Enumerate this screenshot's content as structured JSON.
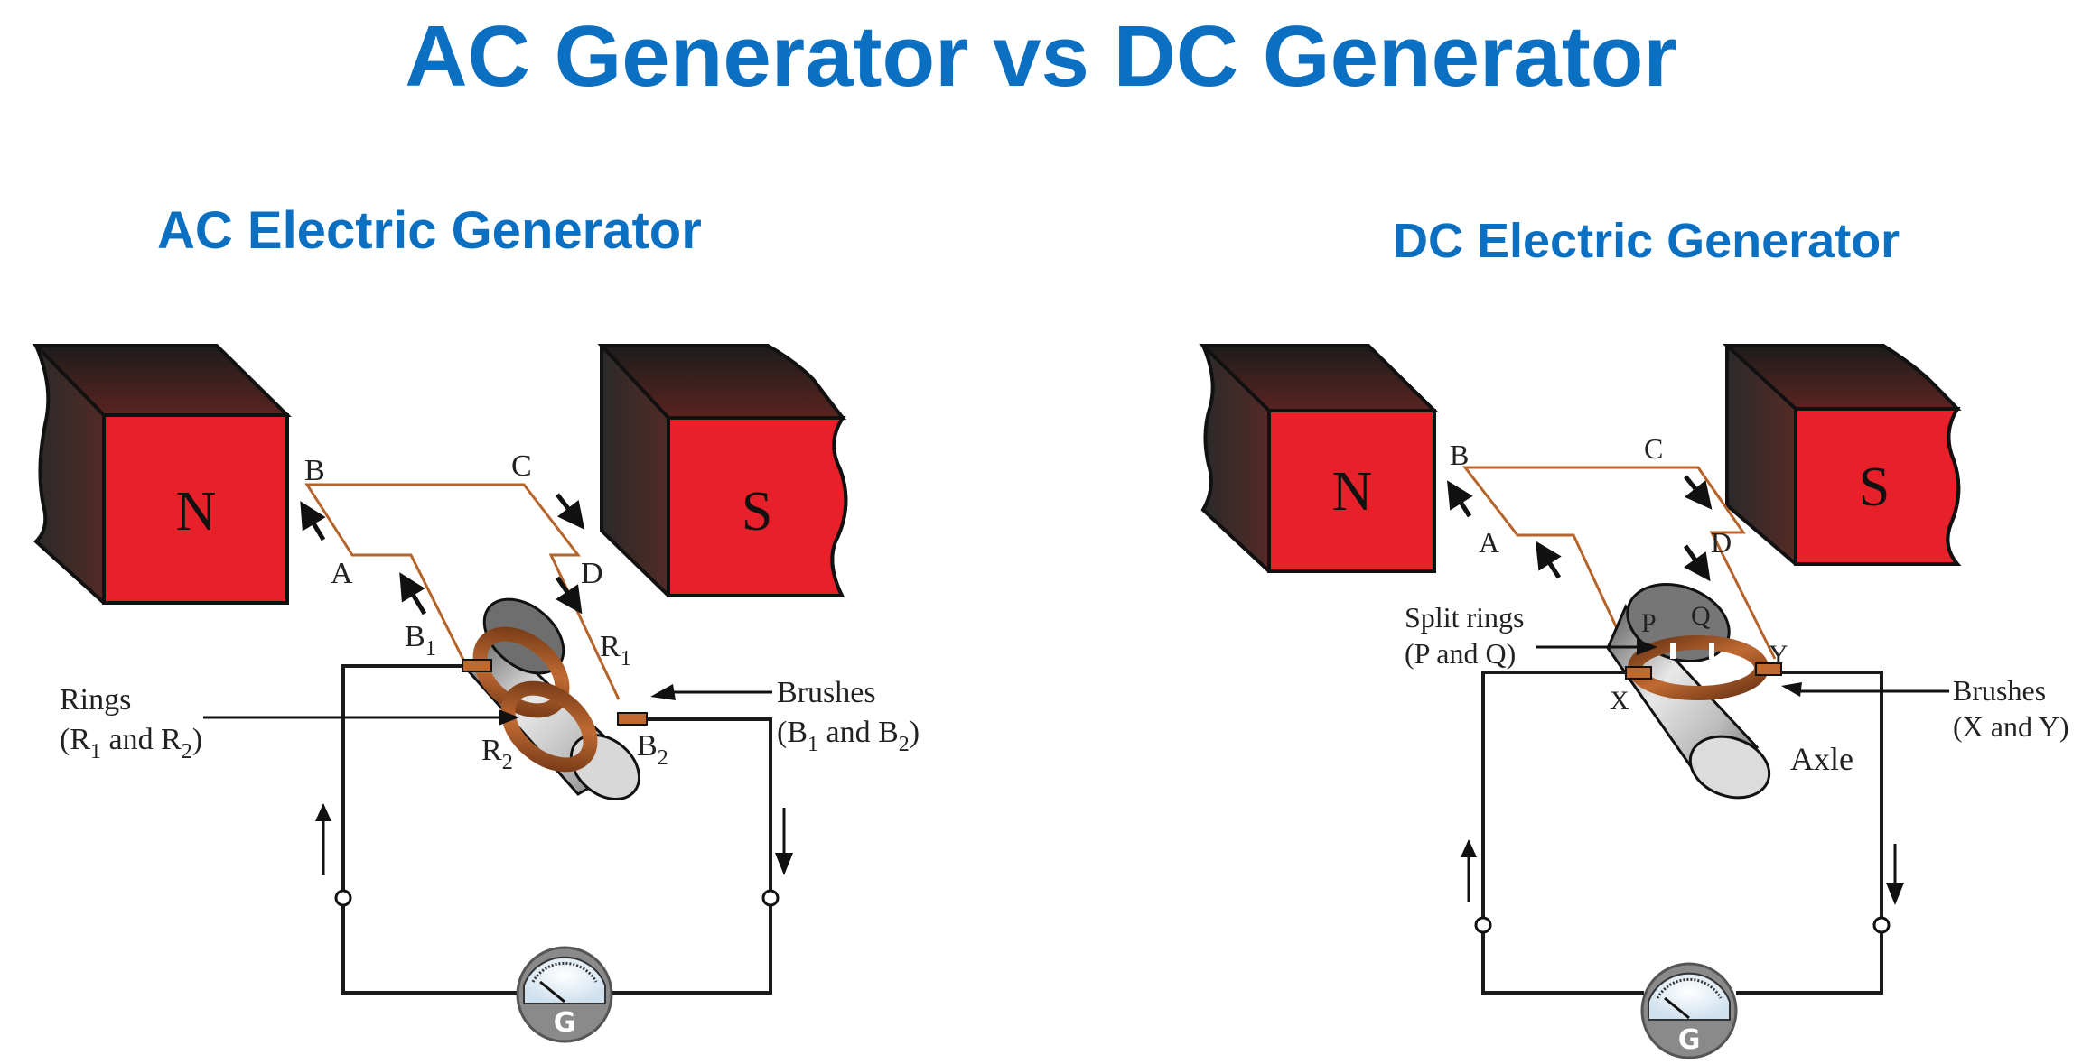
{
  "title": "AC Generator vs DC Generator",
  "colors": {
    "title": "#0b6fc2",
    "magnet": "#e8202a",
    "coil": "#b5652b",
    "brush": "#c0692f",
    "wire": "#1a1a1a"
  },
  "ac": {
    "heading": "AC Electric Generator",
    "pole_n": "N",
    "pole_s": "S",
    "labels": {
      "a": "A",
      "b": "B",
      "c": "C",
      "d": "D",
      "b1": "B",
      "b1_sub": "1",
      "r1": "R",
      "r1_sub": "1",
      "r2": "R",
      "r2_sub": "2",
      "b2": "B",
      "b2_sub": "2",
      "rings_line1": "Rings",
      "rings_line2_a": "(R",
      "rings_line2_sub1": "1",
      "rings_line2_b": " and R",
      "rings_line2_sub2": "2",
      "rings_line2_c": ")",
      "brushes_line1": "Brushes",
      "brushes_line2_a": "(B",
      "brushes_line2_sub1": "1",
      "brushes_line2_b": " and B",
      "brushes_line2_sub2": "2",
      "brushes_line2_c": ")"
    },
    "galvanometer_letter": "G"
  },
  "dc": {
    "heading": "DC Electric Generator",
    "pole_n": "N",
    "pole_s": "S",
    "labels": {
      "a": "A",
      "b": "B",
      "c": "C",
      "d": "D",
      "p": "P",
      "q": "Q",
      "x": "X",
      "y": "Y",
      "split_line1": "Split rings",
      "split_line2": "(P and Q)",
      "brushes_line1": "Brushes",
      "brushes_line2": "(X and Y)",
      "axle": "Axle"
    },
    "galvanometer_letter": "G"
  }
}
